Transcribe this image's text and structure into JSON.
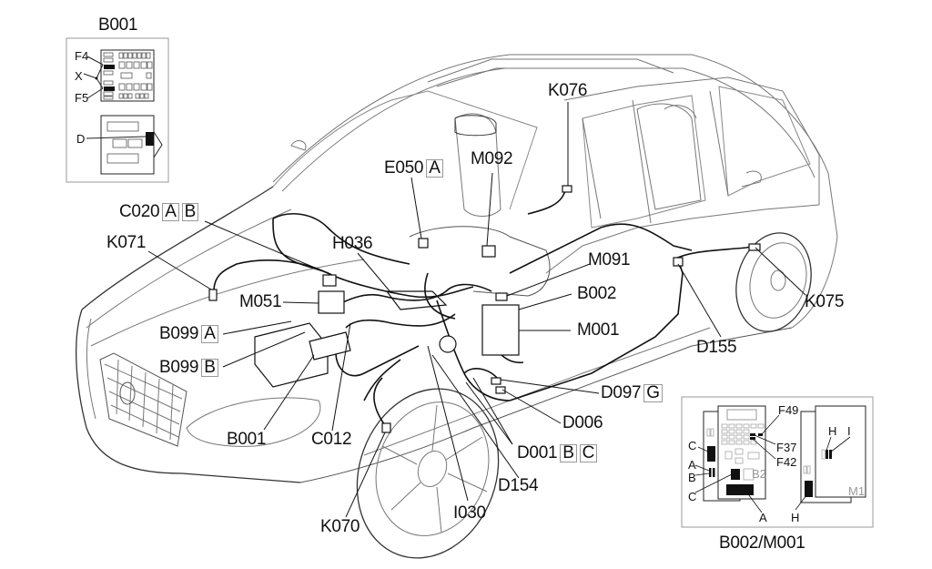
{
  "diagram": {
    "subject": "Vehicle wiring harness component location diagram",
    "callouts": [
      {
        "id": "C020",
        "tags": [
          "A",
          "B"
        ]
      },
      {
        "id": "K071",
        "tags": []
      },
      {
        "id": "H036",
        "tags": []
      },
      {
        "id": "E050",
        "tags": [
          "A"
        ]
      },
      {
        "id": "M092",
        "tags": []
      },
      {
        "id": "K076",
        "tags": []
      },
      {
        "id": "M091",
        "tags": []
      },
      {
        "id": "B002",
        "tags": []
      },
      {
        "id": "M001",
        "tags": []
      },
      {
        "id": "M051",
        "tags": []
      },
      {
        "id": "B099",
        "tags": [
          "A"
        ]
      },
      {
        "id": "B099",
        "tags": [
          "B"
        ]
      },
      {
        "id": "B001",
        "tags": []
      },
      {
        "id": "C012",
        "tags": []
      },
      {
        "id": "K070",
        "tags": []
      },
      {
        "id": "I030",
        "tags": []
      },
      {
        "id": "D154",
        "tags": []
      },
      {
        "id": "D001",
        "tags": [
          "B",
          "C"
        ]
      },
      {
        "id": "D006",
        "tags": []
      },
      {
        "id": "D097",
        "tags": [
          "G"
        ]
      },
      {
        "id": "D155",
        "tags": []
      },
      {
        "id": "K075",
        "tags": []
      }
    ],
    "inset_b001": {
      "title": "B001",
      "labels": [
        "F4",
        "X",
        "F5",
        "D"
      ]
    },
    "inset_b002_m001": {
      "title": "B002/M001",
      "left_labels": [
        "C",
        "A",
        "B",
        "C"
      ],
      "top_labels": [
        "F49",
        "F37",
        "F42"
      ],
      "bottom_labels": [
        "A",
        "H"
      ],
      "module_labels": [
        "B2",
        "M1"
      ],
      "right_labels": [
        "H",
        "I"
      ]
    }
  }
}
